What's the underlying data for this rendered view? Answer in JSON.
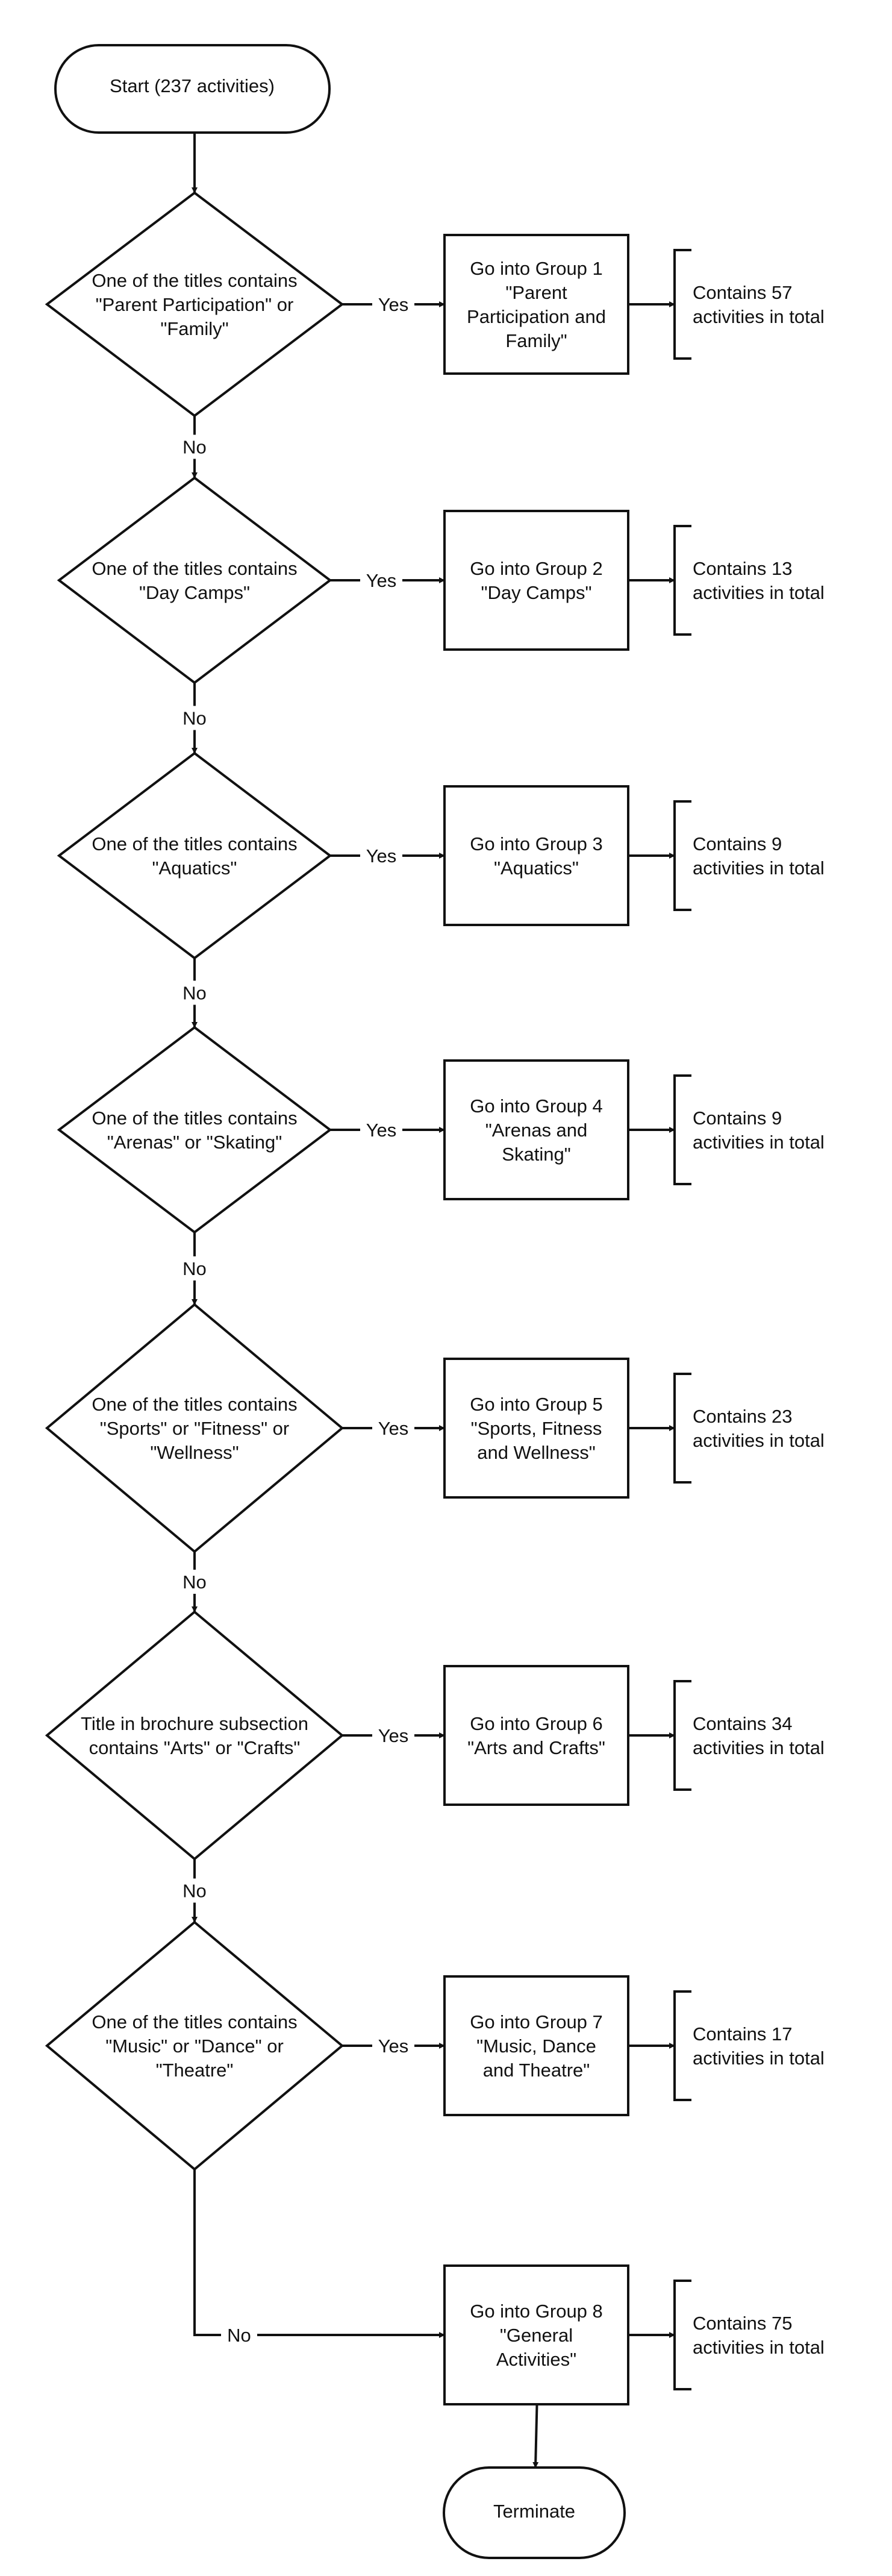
{
  "start": "Start (237 activities)",
  "terminate": "Terminate",
  "edge_labels": {
    "yes": "Yes",
    "no": "No"
  },
  "steps": [
    {
      "condition": [
        "One of the titles contains",
        "\"Parent Participation\" or",
        "\"Family\""
      ],
      "group": [
        "Go into Group 1",
        "\"Parent",
        "Participation and",
        "Family\""
      ],
      "count": [
        "Contains 57",
        "activities in total"
      ]
    },
    {
      "condition": [
        "One of the titles contains",
        "\"Day Camps\""
      ],
      "group": [
        "Go into Group 2",
        "\"Day Camps\""
      ],
      "count": [
        "Contains 13",
        "activities in total"
      ]
    },
    {
      "condition": [
        "One of the titles contains",
        "\"Aquatics\""
      ],
      "group": [
        "Go into Group 3",
        "\"Aquatics\""
      ],
      "count": [
        "Contains 9",
        "activities in total"
      ]
    },
    {
      "condition": [
        "One of the titles contains",
        "\"Arenas\" or \"Skating\""
      ],
      "group": [
        "Go into Group 4",
        "\"Arenas and",
        "Skating\""
      ],
      "count": [
        "Contains 9",
        "activities in total"
      ]
    },
    {
      "condition": [
        "One of the titles contains",
        "\"Sports\" or \"Fitness\" or",
        "\"Wellness\""
      ],
      "group": [
        "Go into Group 5",
        "\"Sports, Fitness",
        "and Wellness\""
      ],
      "count": [
        "Contains 23",
        "activities in total"
      ]
    },
    {
      "condition": [
        "Title in brochure subsection",
        "contains \"Arts\" or \"Crafts\""
      ],
      "group": [
        "Go into Group 6",
        "\"Arts and Crafts\""
      ],
      "count": [
        "Contains 34",
        "activities in total"
      ]
    },
    {
      "condition": [
        "One of the titles contains",
        "\"Music\" or \"Dance\" or",
        "\"Theatre\""
      ],
      "group": [
        "Go into Group 7",
        "\"Music, Dance",
        "and Theatre\""
      ],
      "count": [
        "Contains 17",
        "activities in total"
      ]
    }
  ],
  "fallback": {
    "group": [
      "Go into Group 8",
      "\"General",
      "Activities\""
    ],
    "count": [
      "Contains 75",
      "activities in total"
    ]
  }
}
